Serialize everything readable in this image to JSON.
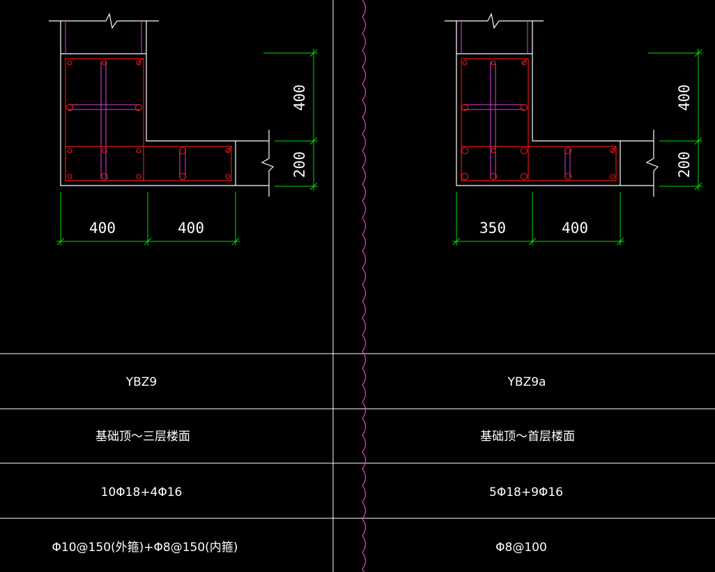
{
  "colors": {
    "background": "#000000",
    "outline": "#ffffff",
    "stirrup": "#ff1414",
    "tie": "#e040e0",
    "dimension": "#00e000",
    "break_line": "#e040e0",
    "text": "#ffffff"
  },
  "sections": [
    {
      "dims": {
        "bottom_left": "400",
        "bottom_right": "400",
        "right_top": "400",
        "right_bottom": "200"
      },
      "table": {
        "name": "YBZ9",
        "elevation": "基础顶～三层楼面",
        "longitudinal": "10Φ18+4Φ16",
        "stirrups": "Φ10@150(外箍)+Φ8@150(内箍)"
      }
    },
    {
      "dims": {
        "bottom_left": "350",
        "bottom_right": "400",
        "right_top": "400",
        "right_bottom": "200"
      },
      "table": {
        "name": "YBZ9a",
        "elevation": "基础顶～首层楼面",
        "longitudinal": "5Φ18+9Φ16",
        "stirrups": "Φ8@100"
      }
    }
  ]
}
